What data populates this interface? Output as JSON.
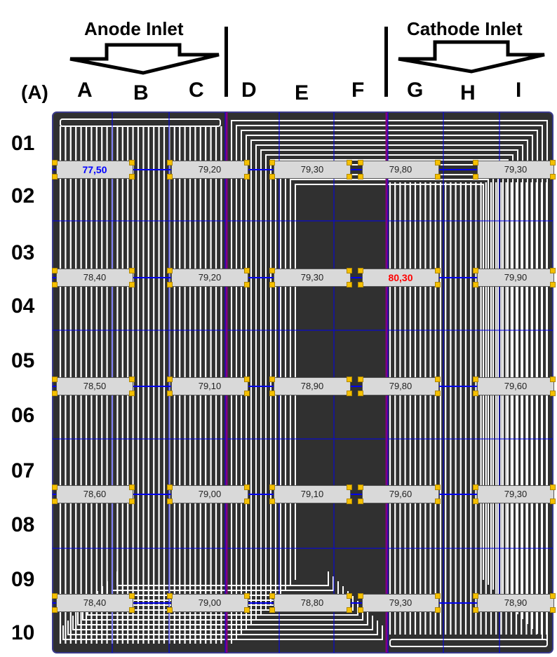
{
  "inlets": {
    "anode": "Anode Inlet",
    "cathode": "Cathode Inlet"
  },
  "corner_label": "(A)",
  "columns": [
    "A",
    "B",
    "C",
    "D",
    "E",
    "F",
    "G",
    "H",
    "I"
  ],
  "rows": [
    "01",
    "02",
    "03",
    "04",
    "05",
    "06",
    "07",
    "08",
    "09",
    "10"
  ],
  "sensors": [
    [
      "77,50",
      "79,20",
      "79,30",
      "79,80",
      "79,30"
    ],
    [
      "78,40",
      "79,20",
      "79,30",
      "80,30",
      "79,90"
    ],
    [
      "78,50",
      "79,10",
      "78,90",
      "79,80",
      "79,60"
    ],
    [
      "78,60",
      "79,00",
      "79,10",
      "79,60",
      "79,30"
    ],
    [
      "78,40",
      "79,00",
      "78,80",
      "79,30",
      "78,90"
    ]
  ],
  "min_value": "77,50",
  "max_value": "80,30",
  "colors": {
    "plate": "#303030",
    "channel": "#ffffff",
    "grid": "#0000ee",
    "divider": "#800080",
    "sensor_bg": "#d9d9d9",
    "terminal": "#f5c000",
    "min_text": "#0000ff",
    "max_text": "#ff0000"
  }
}
